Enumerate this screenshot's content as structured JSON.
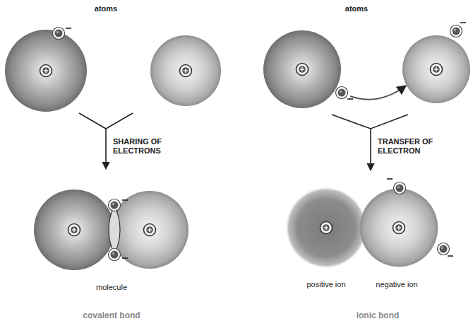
{
  "diagram": {
    "labels": [
      "atoms",
      "atoms",
      "SHARING OF ELECTRONS",
      "TRANSFER OF ELECTRON",
      "molecule",
      "covalent bond",
      "positive ion",
      "negative ion",
      "ionic bond"
    ]
  }
}
